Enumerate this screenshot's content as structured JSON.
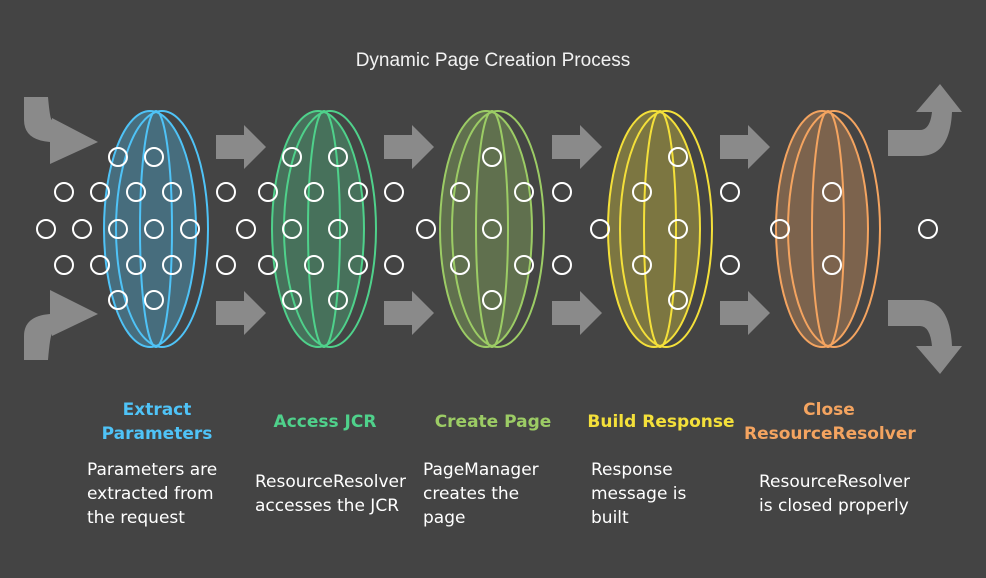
{
  "title": "Dynamic Page Creation Process",
  "colors": {
    "background": "#444444",
    "arrow": "#8a8a8a",
    "dot": "#ffffff"
  },
  "steps": [
    {
      "title_line1": "Extract",
      "title_line2": "Parameters",
      "description": [
        "Parameters are",
        "extracted from",
        "the request"
      ],
      "color": "#4fc3f7"
    },
    {
      "title_line1": "Access JCR",
      "title_line2": "",
      "description": [
        "ResourceResolver",
        "accesses the JCR"
      ],
      "color": "#4fd18b"
    },
    {
      "title_line1": "Create Page",
      "title_line2": "",
      "description": [
        "PageManager",
        "creates the",
        "page"
      ],
      "color": "#9ccc65"
    },
    {
      "title_line1": "Build Response",
      "title_line2": "",
      "description": [
        "Response",
        "message is",
        "built"
      ],
      "color": "#f4e03a"
    },
    {
      "title_line1": "Close",
      "title_line2": "ResourceResolver",
      "description": [
        "ResourceResolver",
        "is closed properly"
      ],
      "color": "#f4a460"
    }
  ]
}
